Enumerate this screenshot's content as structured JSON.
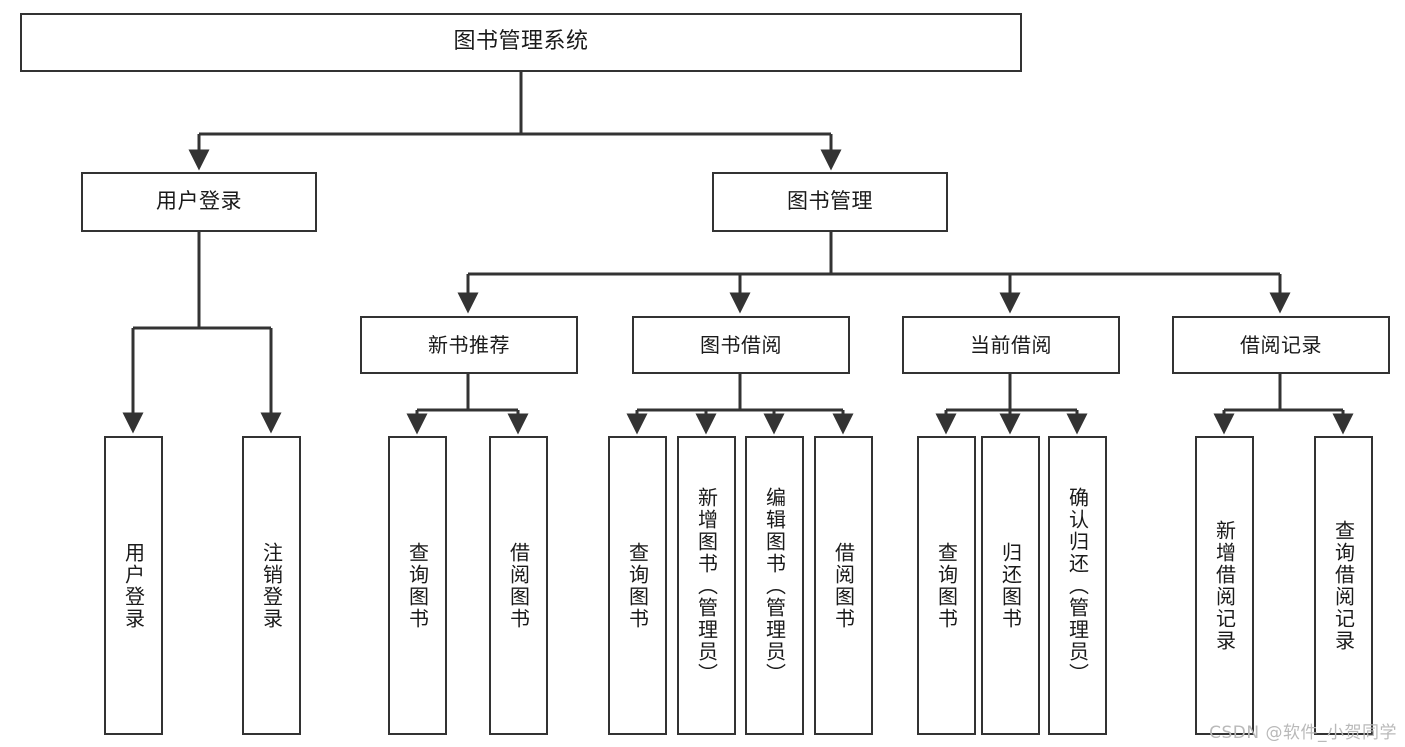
{
  "diagram": {
    "title": "图书管理系统",
    "type": "tree-hierarchy",
    "root": {
      "label": "图书管理系统"
    },
    "level2": [
      {
        "label": "用户登录"
      },
      {
        "label": "图书管理"
      }
    ],
    "level3": [
      {
        "label": "新书推荐"
      },
      {
        "label": "图书借阅"
      },
      {
        "label": "当前借阅"
      },
      {
        "label": "借阅记录"
      }
    ],
    "leaves_user_login": [
      {
        "label": "用户登录"
      },
      {
        "label": "注销登录"
      }
    ],
    "leaves_new_book": [
      {
        "label": "查询图书"
      },
      {
        "label": "借阅图书"
      }
    ],
    "leaves_borrow": [
      {
        "label": "查询图书"
      },
      {
        "label": "新增图书（管理员）"
      },
      {
        "label": "编辑图书（管理员）"
      },
      {
        "label": "借阅图书"
      }
    ],
    "leaves_current": [
      {
        "label": "查询图书"
      },
      {
        "label": "归还图书"
      },
      {
        "label": "确认归还（管理员）"
      }
    ],
    "leaves_record": [
      {
        "label": "新增借阅记录"
      },
      {
        "label": "查询借阅记录"
      }
    ]
  },
  "watermark": {
    "text": "CSDN @软件_小贺同学"
  },
  "colors": {
    "stroke": "#333333",
    "background": "#ffffff",
    "text": "#1a1a1a",
    "watermark": "#b9b9b9"
  }
}
